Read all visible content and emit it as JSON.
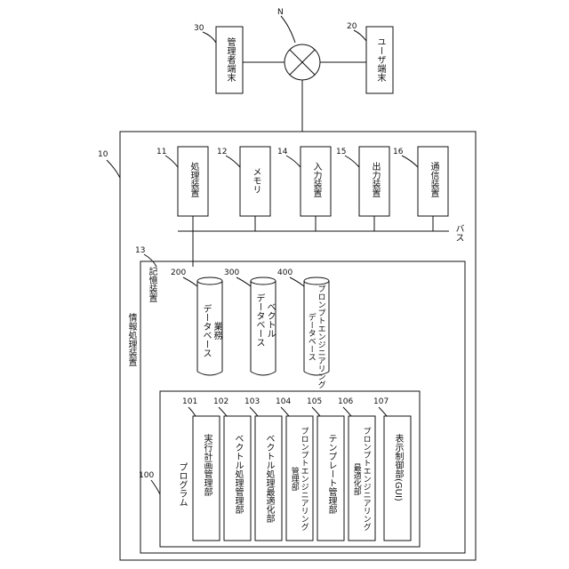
{
  "network": {
    "ref": "N"
  },
  "admin_terminal": {
    "ref": "30",
    "label": "管理者端末"
  },
  "user_terminal": {
    "ref": "20",
    "label": "ユーザ端末"
  },
  "info_device": {
    "ref": "10",
    "label": "情報処理装置"
  },
  "hardware": [
    {
      "ref": "11",
      "label": "処理装置"
    },
    {
      "ref": "12",
      "label": "メモリ"
    },
    {
      "ref": "14",
      "label": "入力装置"
    },
    {
      "ref": "15",
      "label": "出力装置"
    },
    {
      "ref": "16",
      "label": "通信装置"
    }
  ],
  "bus": {
    "label": "バス"
  },
  "storage": {
    "ref": "13",
    "label": "記憶装置"
  },
  "databases": [
    {
      "ref": "200",
      "line1": "業務",
      "line2": "データベース"
    },
    {
      "ref": "300",
      "line1": "ベクトル",
      "line2": "データベース"
    },
    {
      "ref": "400",
      "line1": "プロンプトエンジニアリング",
      "line2": "データベース"
    }
  ],
  "program": {
    "ref": "100",
    "label": "プログラム"
  },
  "modules": [
    {
      "ref": "101",
      "line1": "実行計画管理部",
      "line2": ""
    },
    {
      "ref": "102",
      "line1": "ベクトル処理管理部",
      "line2": ""
    },
    {
      "ref": "103",
      "line1": "ベクトル処理最適化部",
      "line2": ""
    },
    {
      "ref": "104",
      "line1": "プロンプトエンジニアリング",
      "line2": "管理部"
    },
    {
      "ref": "105",
      "line1": "テンプレート管理部",
      "line2": ""
    },
    {
      "ref": "106",
      "line1": "プロンプトエンジニアリング",
      "line2": "最適化部"
    },
    {
      "ref": "107",
      "line1": "表示制御部(GUI)",
      "line2": ""
    }
  ]
}
